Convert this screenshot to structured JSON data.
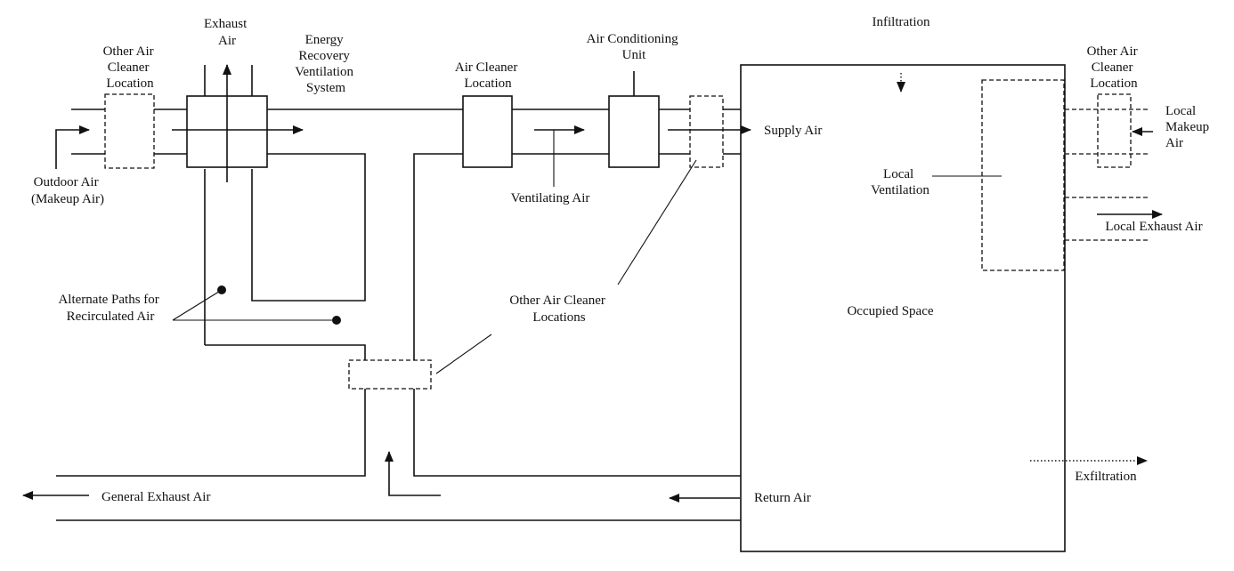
{
  "labels": {
    "exhaust_air": [
      "Exhaust",
      "Air"
    ],
    "other_air_cleaner_left": [
      "Other Air",
      "Cleaner",
      "Location"
    ],
    "energy_recovery": [
      "Energy",
      "Recovery",
      "Ventilation",
      "System"
    ],
    "air_cleaner_location": [
      "Air Cleaner",
      "Location"
    ],
    "air_conditioning_unit": [
      "Air Conditioning",
      "Unit"
    ],
    "infiltration": "Infiltration",
    "other_air_cleaner_right": [
      "Other Air",
      "Cleaner",
      "Location"
    ],
    "local_makeup_air": [
      "Local",
      "Makeup",
      "Air"
    ],
    "supply_air": "Supply Air",
    "outdoor_air": [
      "Outdoor Air",
      "(Makeup Air)"
    ],
    "ventilating_air": "Ventilating Air",
    "local_ventilation": [
      "Local",
      "Ventilation"
    ],
    "local_exhaust_air": "Local Exhaust Air",
    "alternate_paths": [
      "Alternate Paths for",
      "Recirculated Air"
    ],
    "other_air_cleaner_locations": [
      "Other Air Cleaner",
      "Locations"
    ],
    "occupied_space": "Occupied Space",
    "exfiltration": "Exfiltration",
    "general_exhaust_air": "General Exhaust Air",
    "return_air": "Return Air"
  }
}
